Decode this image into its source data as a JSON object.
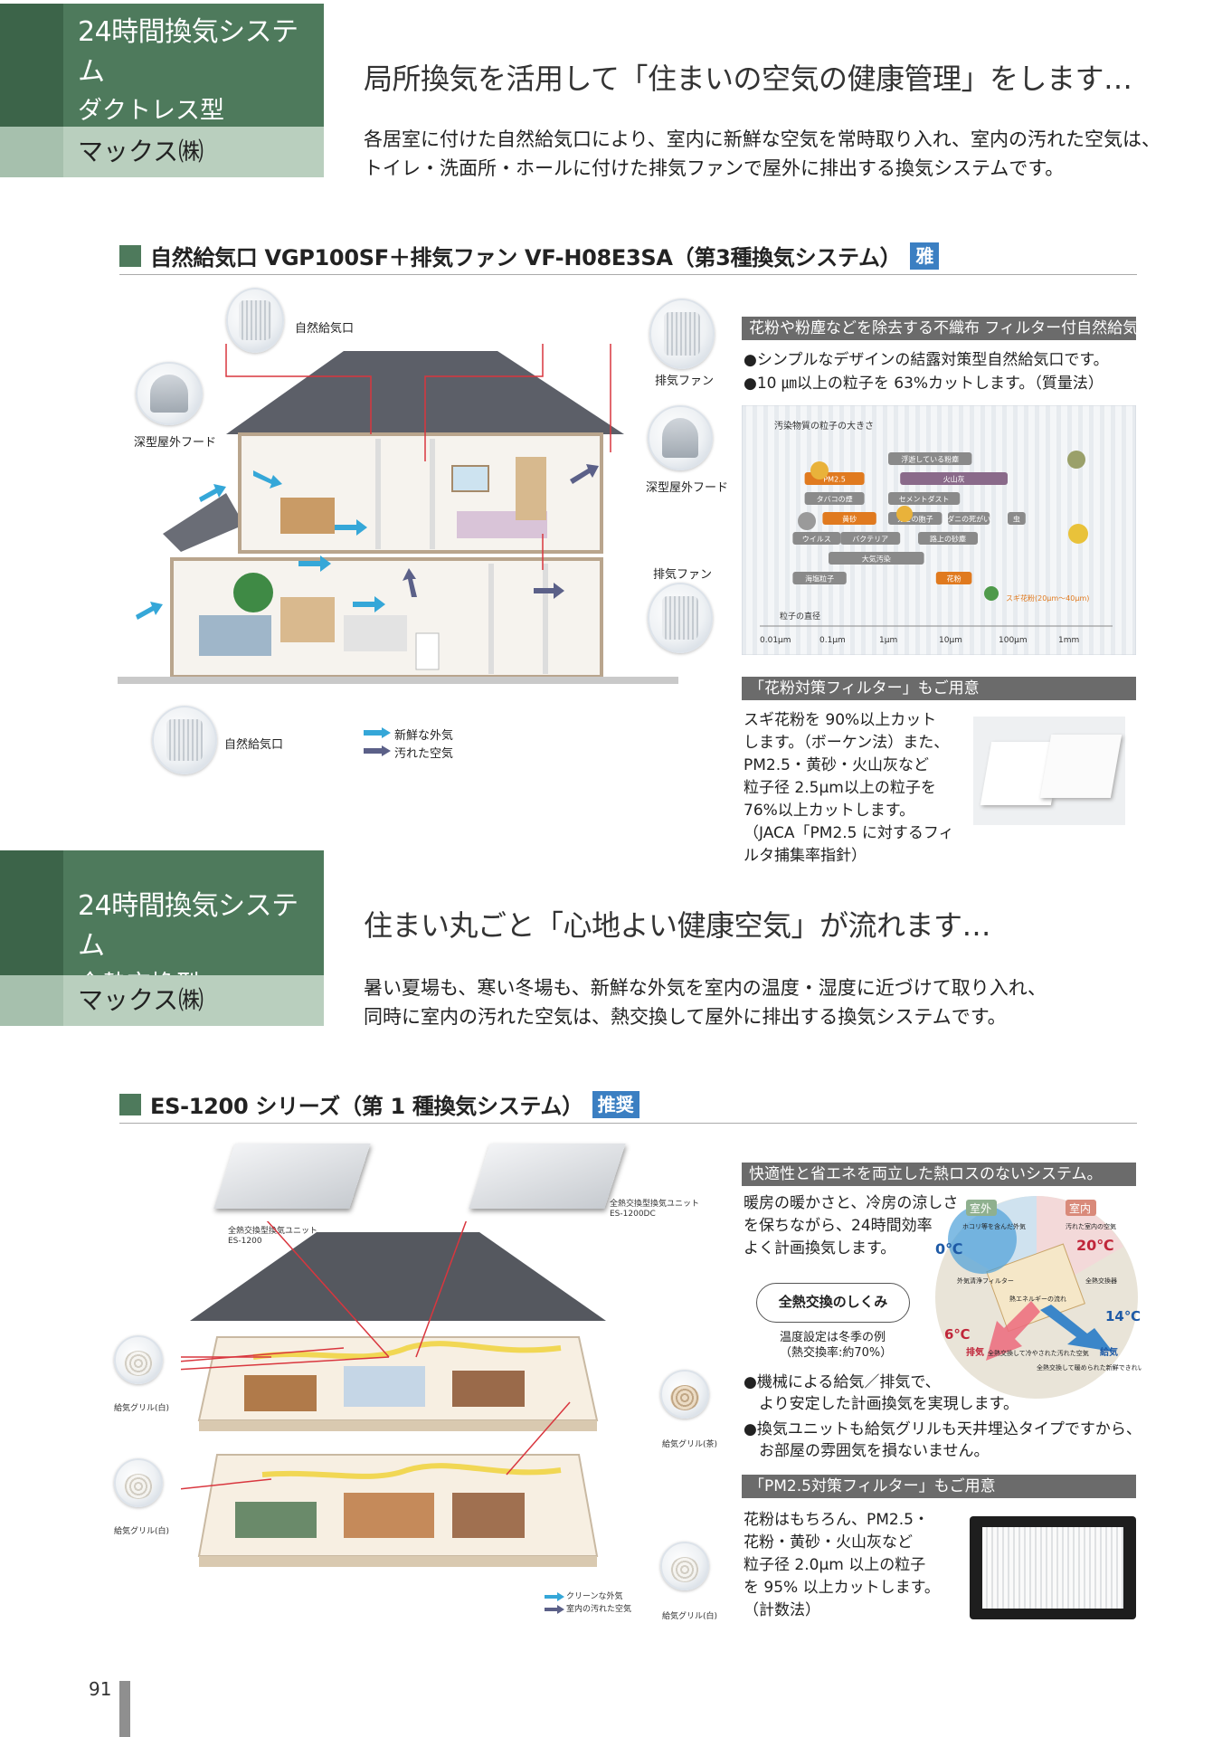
{
  "sections": [
    {
      "head_l1": "24時間換気システム",
      "head_l2": "ダクトレス型",
      "maker": "マックス㈱",
      "headline": "局所換気を活用して「住まいの空気の健康管理」をします…",
      "lead": "各居室に付けた自然給気口により、室内に新鮮な空気を常時取り入れ、室内の汚れた空気は、トイレ・洗面所・ホールに付けた排気ファンで屋外に排出する換気システムです。",
      "subtitle": "自然給気口 VGP100SF＋排気ファン VF-H08E3SA（第3種換気システム）",
      "badge": "雅",
      "labels": {
        "natural_inlet_top": "自然給気口",
        "deep_hood_left": "深型屋外フード",
        "exhaust_fan_top": "排気ファン",
        "deep_hood_right": "深型屋外フード",
        "exhaust_fan_bottom": "排気ファン",
        "natural_inlet_bottom": "自然給気口",
        "legend_fresh": "新鮮な外気",
        "legend_dirty": "汚れた空気"
      },
      "filter_bar": "花粉や粉塵などを除去する不織布 フィルター付自然給気口。",
      "bullets": [
        "●シンプルなデザインの結露対策型自然給気口です。",
        "●10 ㎛以上の粒子を 63%カットします。（質量法）"
      ],
      "pollen_bar": "「花粉対策フィルター」もご用意",
      "pollen_text": [
        "スギ花粉を 90%以上カット",
        "します。（ボーケン法）また、",
        "PM2.5・黄砂・火山灰など",
        "粒子径 2.5μm以上の粒子を",
        "76%以上カットします。",
        "（JACA「PM2.5 に対するフィ",
        "ルタ捕集率指針）"
      ]
    },
    {
      "head_l1": "24時間換気システム",
      "head_l2": "全熱交換型",
      "maker": "マックス㈱",
      "headline": "住まい丸ごと「心地よい健康空気」が流れます…",
      "lead_lines": [
        "暑い夏場も、寒い冬場も、新鮮な外気を室内の温度・湿度に近づけて取り入れ、",
        "同時に室内の汚れた空気は、熱交換して屋外に排出する換気システムです。"
      ],
      "subtitle": "ES-1200 シリーズ（第 1 種換気システム）",
      "badge": "推奨",
      "labels": {
        "unit_left_1": "全熱交換型換気ユニット",
        "unit_left_2": "ES-1200",
        "unit_right_1": "全熱交換型換気ユニット",
        "unit_right_2": "ES-1200DC",
        "grill_white_1": "給気グリル(白)",
        "grill_white_2": "給気グリル(白)",
        "grill_tan": "給気グリル(茶)",
        "grill_white_3": "給気グリル(白)",
        "legend_clean": "クリーンな外気",
        "legend_dirty": "室内の汚れた空気"
      },
      "comfort_bar": "快適性と省エネを両立した熱ロスのないシステム。",
      "comfort_text": [
        "暖房の暖かさと、冷房の涼しさ",
        "を保ちながら、24時間効率",
        "よく計画換気します。"
      ],
      "mechanism_box": "全熱交換のしくみ",
      "mechanism_note": [
        "温度設定は冬季の例",
        "（熱交換率:約70%）"
      ],
      "diagram": {
        "outside": "室外",
        "inside": "室内",
        "dusty_air": "ホコリ等を含んだ外気",
        "dirty_indoor": "汚れた室内の空気",
        "t_0": "0℃",
        "t_20": "20℃",
        "filter": "外気清浄フィルター",
        "heat_flow": "熱エネルギーの流れ",
        "exchanger": "全熱交換器",
        "t_14": "14℃",
        "t_6": "6℃",
        "exhaust": "排気",
        "cooled": "全熱交換して冷やされた汚れた空気",
        "warmed": "全熱交換して暖められた新鮮できれいな外気",
        "supply": "給気"
      },
      "bullets": [
        "●機械による給気／排気で、",
        "　より安定した計画換気を実現します。",
        "●換気ユニットも給気グリルも天井埋込タイプですから、",
        "　お部屋の雰囲気を損ないません。"
      ],
      "pm_bar": "「PM2.5対策フィルター」もご用意",
      "pm_text": [
        "花粉はもちろん、PM2.5・",
        "花粉・黄砂・火山灰など",
        "粒子径 2.0μm 以上の粒子",
        "を 95% 以上カットします。",
        "（計数法）"
      ]
    }
  ],
  "particle_chart": {
    "title": "汚染物質の粒子の大きさ",
    "axis_label": "粒子の直径",
    "ticks": [
      "0.01μm",
      "0.1μm",
      "1μm",
      "10μm",
      "100μm",
      "1mm"
    ],
    "bars": [
      {
        "label": "浮遊している粉塵",
        "from": 2.0,
        "to": 3.4,
        "color": "#8a8a8a"
      },
      {
        "label": "PM2.5",
        "from": 0.6,
        "to": 1.6,
        "color": "#e07a1f"
      },
      {
        "label": "火山灰",
        "from": 2.2,
        "to": 4.0,
        "color": "#8a6a8a"
      },
      {
        "label": "タバコの煙",
        "from": 0.6,
        "to": 1.6,
        "color": "#8a8a8a"
      },
      {
        "label": "セメントダスト",
        "from": 2.0,
        "to": 3.2,
        "color": "#8a8a8a"
      },
      {
        "label": "黄砂",
        "from": 0.9,
        "to": 1.8,
        "color": "#e07a1f"
      },
      {
        "label": "カビの胞子",
        "from": 2.0,
        "to": 2.9,
        "color": "#8a8a8a"
      },
      {
        "label": "ダニの死がい",
        "from": 3.0,
        "to": 3.7,
        "color": "#8a8a8a"
      },
      {
        "label": "虫",
        "from": 4.0,
        "to": 4.3,
        "color": "#8a8a8a"
      },
      {
        "label": "ウイルス",
        "from": 0.4,
        "to": 1.2,
        "color": "#8a8a8a"
      },
      {
        "label": "バクテリア",
        "from": 1.2,
        "to": 2.2,
        "color": "#8a8a8a"
      },
      {
        "label": "路上の砂塵",
        "from": 2.5,
        "to": 3.5,
        "color": "#8a8a8a"
      },
      {
        "label": "大気汚染",
        "from": 1.0,
        "to": 2.6,
        "color": "#8a8a8a"
      },
      {
        "label": "海塩粒子",
        "from": 0.4,
        "to": 1.3,
        "color": "#8a8a8a"
      },
      {
        "label": "花粉",
        "from": 2.8,
        "to": 3.4,
        "color": "#e07a1f"
      }
    ],
    "annotation": "スギ花粉(20μm〜40μm)"
  },
  "page_number": "91",
  "colors": {
    "section_green": "#4e7a5c",
    "section_light": "#b9cfbe",
    "badge_blue": "#3b7fc2",
    "bar_gray": "#6b6b6b",
    "leader_red": "#d9363e"
  }
}
